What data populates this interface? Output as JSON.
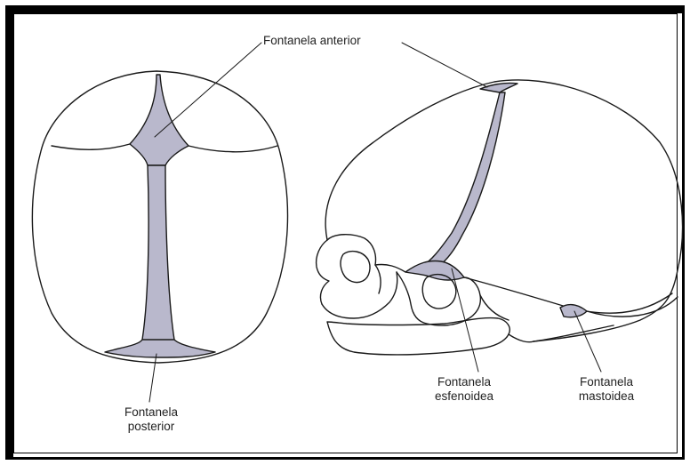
{
  "labels": {
    "anterior": "Fontanela anterior",
    "posterior": [
      "Fontanela",
      "posterior"
    ],
    "esfenoidea": [
      "Fontanela",
      "esfenoidea"
    ],
    "mastoidea": [
      "Fontanela",
      "mastoidea"
    ]
  },
  "colors": {
    "fontanelle_fill": "#b9b8cc",
    "line": "#1a1a1a"
  }
}
